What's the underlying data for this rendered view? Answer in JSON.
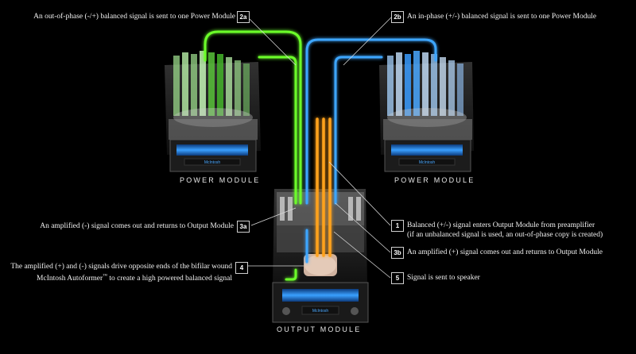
{
  "annotations": {
    "a2a": {
      "badge": "2a",
      "text": "An out-of-phase (-/+) balanced signal is sent to one Power Module"
    },
    "a2b": {
      "badge": "2b",
      "text": "An in-phase (+/-) balanced signal is sent to one Power Module"
    },
    "a3a": {
      "badge": "3a",
      "text": "An amplified (-) signal comes out and returns to Output Module"
    },
    "a1": {
      "badge": "1",
      "line1": "Balanced (+/-) signal enters Output Module from preamplifier",
      "line2": "(if an unbalanced signal is used, an out-of-phase copy is created)"
    },
    "a3b": {
      "badge": "3b",
      "text": "An amplified (+) signal comes out and returns to Output Module"
    },
    "a4": {
      "badge": "4",
      "line1": "The amplified (+) and (-) signals drive opposite ends of the bifilar wound",
      "line2a": "McIntosh Autoformer",
      "line2_tm": "™",
      "line2b": " to create a high powered balanced signal"
    },
    "a5": {
      "badge": "5",
      "text": "Signal is sent to speaker"
    }
  },
  "modules": {
    "left": "POWER MODULE",
    "right": "POWER MODULE",
    "output": "OUTPUT MODULE",
    "brand": "McIntosh"
  },
  "colors": {
    "green": "#6cff2a",
    "blue": "#3ea6ff",
    "orange": "#ffa21a",
    "background": "#000000"
  }
}
